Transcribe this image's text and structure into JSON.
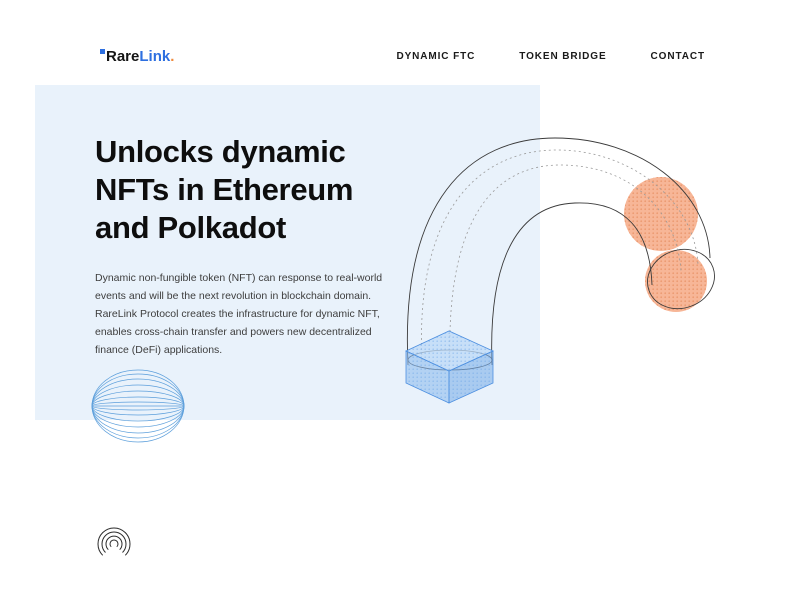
{
  "brand": {
    "prefix": "Rare",
    "suffix": "Link",
    "dot": "."
  },
  "nav": {
    "items": [
      "DYNAMIC FTC",
      "TOKEN BRIDGE",
      "CONTACT"
    ]
  },
  "hero": {
    "title": "Unlocks dynamic NFTs in Ethereum and Polkadot",
    "title_lines": [
      "Unlocks dynamic",
      "NFTs in Ethereum",
      "and Polkadot"
    ],
    "description": "Dynamic non-fungible token (NFT) can response to real-world events and will be the next revolution in blockchain domain. RareLink Protocol creates the infrastructure for dynamic NFT, enables cross-chain transfer and powers new decentralized finance (DeFi) applications."
  },
  "colors": {
    "panel_blue": "#E9F2FB",
    "accent_blue": "#2D6FE0",
    "accent_orange": "#F08A3C",
    "peach": "#F7B697",
    "cube_blue": "#8FBCEF",
    "wire_line": "#3a3a3a",
    "sphere_line": "#4D96D8"
  }
}
